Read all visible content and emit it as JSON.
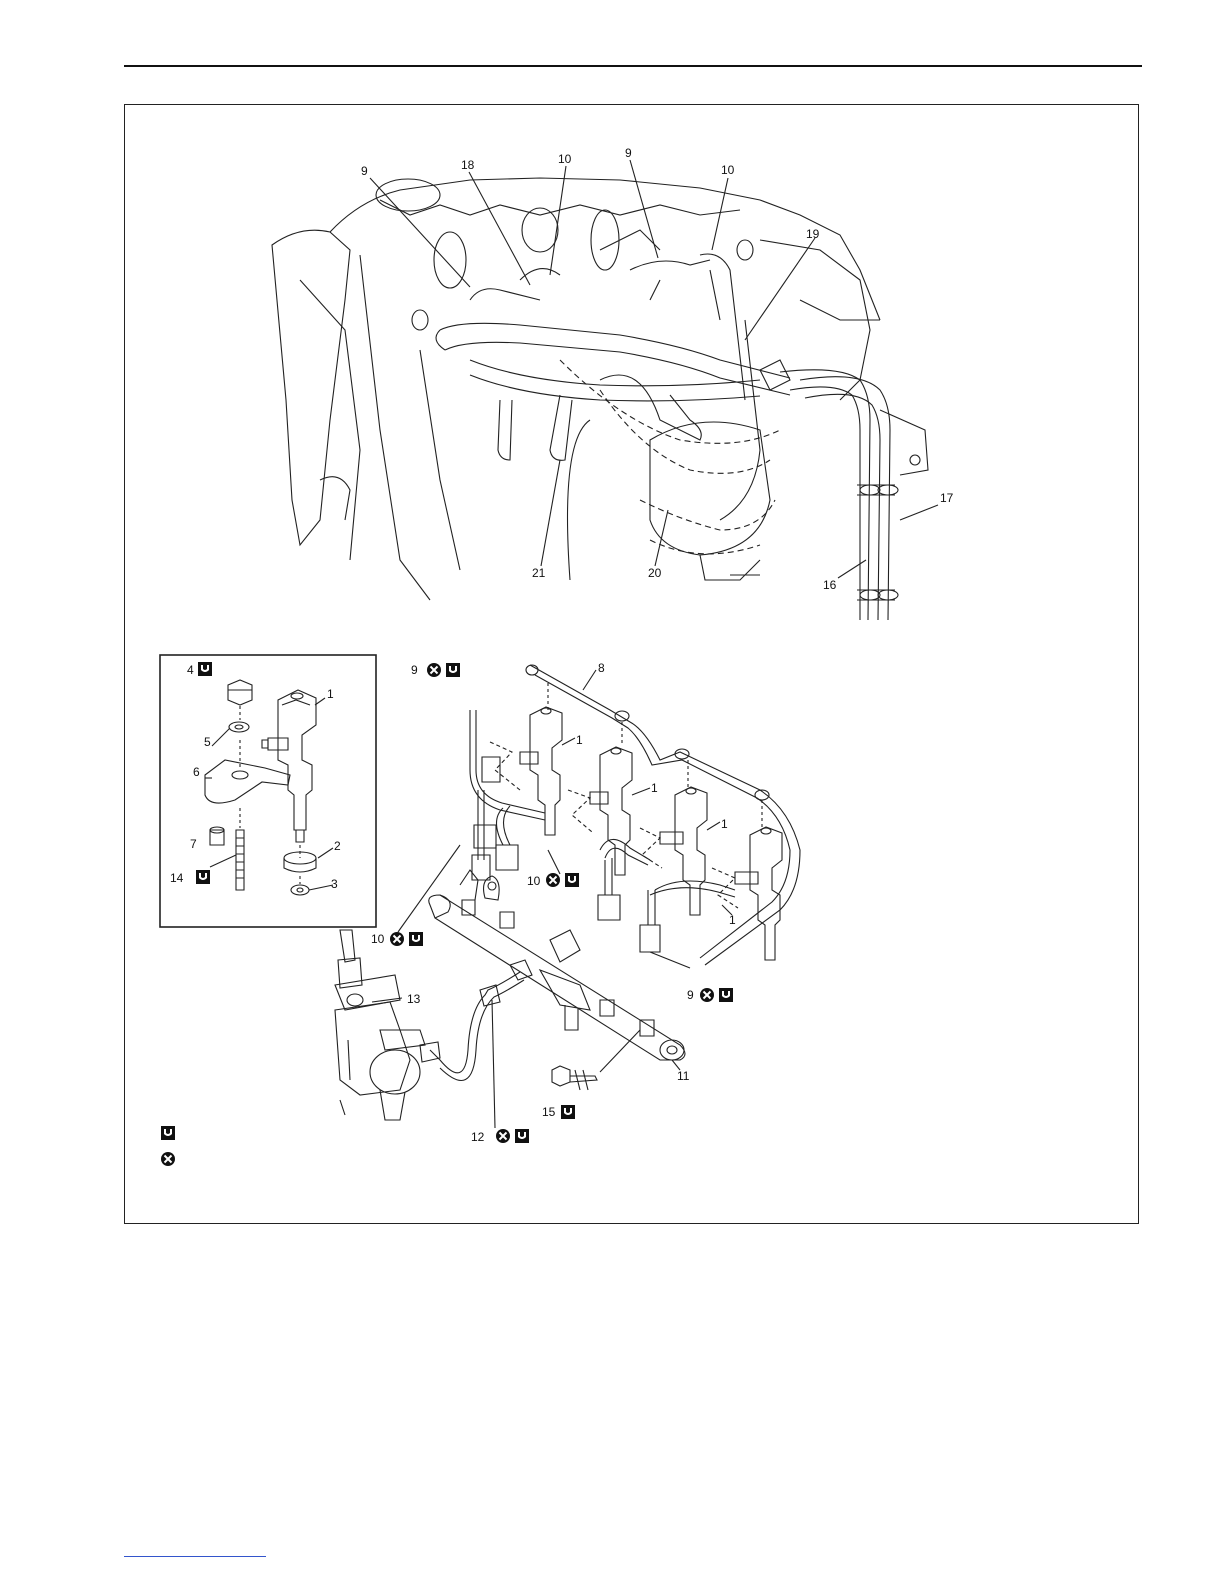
{
  "colors": {
    "line": "#222222",
    "frame": "#222222",
    "footer_link": "#3355cc"
  },
  "icons": {
    "tighten": "wrench-torque-icon",
    "replace": "circle-x-icon"
  },
  "upper_view": {
    "labels": [
      {
        "id": "u9a",
        "text": "9"
      },
      {
        "id": "u18",
        "text": "18"
      },
      {
        "id": "u10a",
        "text": "10"
      },
      {
        "id": "u9b",
        "text": "9"
      },
      {
        "id": "u10b",
        "text": "10"
      },
      {
        "id": "u19",
        "text": "19"
      },
      {
        "id": "u17",
        "text": "17"
      },
      {
        "id": "u16",
        "text": "16"
      },
      {
        "id": "u21",
        "text": "21"
      },
      {
        "id": "u20",
        "text": "20"
      }
    ]
  },
  "inset": {
    "labels": [
      {
        "id": "i4",
        "text": "4"
      },
      {
        "id": "i1",
        "text": "1"
      },
      {
        "id": "i5",
        "text": "5"
      },
      {
        "id": "i6",
        "text": "6"
      },
      {
        "id": "i7",
        "text": "7"
      },
      {
        "id": "i2",
        "text": "2"
      },
      {
        "id": "i14",
        "text": "14"
      },
      {
        "id": "i3",
        "text": "3"
      }
    ]
  },
  "lower_view": {
    "labels": [
      {
        "id": "l9a",
        "text": "9"
      },
      {
        "id": "l8",
        "text": "8"
      },
      {
        "id": "l1a",
        "text": "1"
      },
      {
        "id": "l1b",
        "text": "1"
      },
      {
        "id": "l1c",
        "text": "1"
      },
      {
        "id": "l1d",
        "text": "1"
      },
      {
        "id": "l10a",
        "text": "10"
      },
      {
        "id": "l10b",
        "text": "10"
      },
      {
        "id": "l9b",
        "text": "9"
      },
      {
        "id": "l13",
        "text": "13"
      },
      {
        "id": "l11",
        "text": "11"
      },
      {
        "id": "l15",
        "text": "15"
      },
      {
        "id": "l12",
        "text": "12"
      }
    ]
  }
}
